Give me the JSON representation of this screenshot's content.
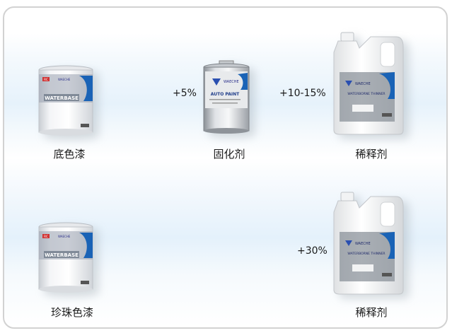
{
  "products": {
    "basecoat": {
      "caption": "底色漆",
      "can_label": "WATERBASE",
      "logo_badge": "RC",
      "logo_text": "WAECHE"
    },
    "hardener": {
      "caption": "固化剂",
      "ratio": "+5%",
      "can_label": "AUTO PAINT",
      "logo_text": "WAECHE"
    },
    "thinner_top": {
      "caption": "稀释剂",
      "ratio": "+10-15%",
      "jug_label": "WATERBORNE THINNER",
      "logo_text": "WAECHE"
    },
    "pearl": {
      "caption": "珍珠色漆",
      "can_label": "WATERBASE",
      "logo_badge": "RC",
      "logo_text": "WAECHE"
    },
    "thinner_bottom": {
      "caption": "稀释剂",
      "ratio": "+30%",
      "jug_label": "WATERBORNE THINNER",
      "logo_text": "WAECHE"
    }
  }
}
